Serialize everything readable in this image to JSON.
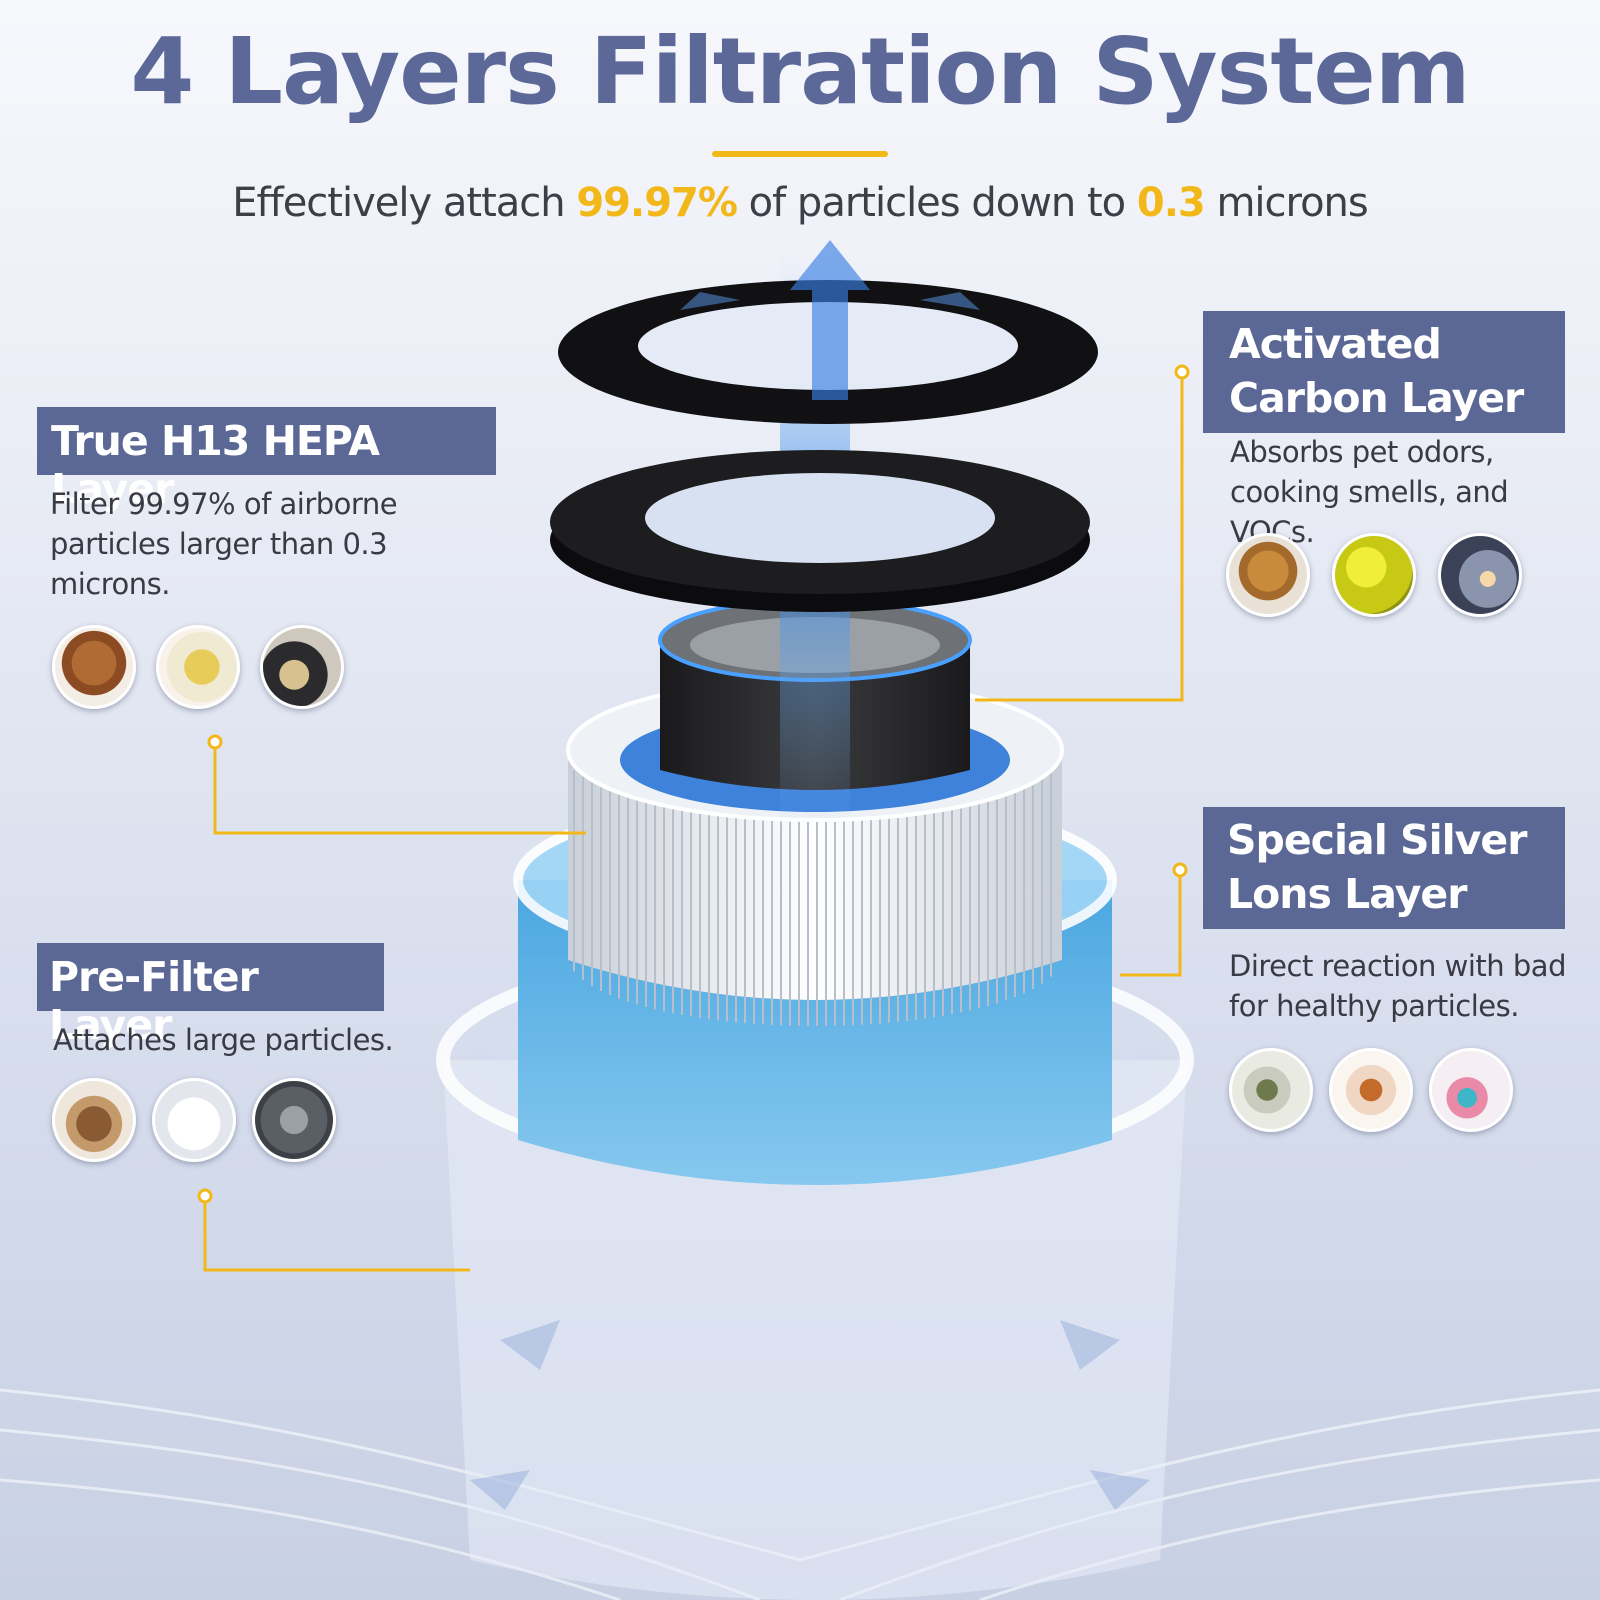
{
  "header": {
    "title": "4 Layers Filtration System",
    "subtitle_pre": "Effectively attach",
    "subtitle_pct": "99.97%",
    "subtitle_mid": "of particles down to",
    "subtitle_size": "0.3",
    "subtitle_post": "microns"
  },
  "layers": {
    "hepa": {
      "label": "True H13 HEPA Layer",
      "desc_lines": [
        "Filter 99.97% of airborne",
        "particles larger than 0.3",
        "microns."
      ],
      "images": [
        "poodle-photo",
        "durian-photo",
        "cooking-pot-photo"
      ]
    },
    "pre_filter": {
      "label": "Pre-Filter Layer",
      "desc_lines": [
        "Attaches large particles."
      ],
      "images": [
        "hair-brush-photo",
        "white-fluff-photo",
        "dust-photo"
      ]
    },
    "carbon": {
      "label_lines": [
        "Activated",
        "Carbon Layer"
      ],
      "desc_lines": [
        "Absorbs pet odors,",
        "cooking smells, and VOCs."
      ],
      "images": [
        "golden-retriever-photo",
        "yellow-spores-photo",
        "smoke-lighter-photo"
      ]
    },
    "silver": {
      "label_lines": [
        "Special Silver",
        "Lons Layer"
      ],
      "desc_lines": [
        "Direct reaction with bad",
        "for healthy particles."
      ],
      "images": [
        "mold-photo",
        "rust-particles-photo",
        "color-powder-photo"
      ]
    }
  },
  "colors": {
    "accent": "#f2b81a",
    "tag_bg": "#5b6895",
    "title": "#5b6898"
  }
}
